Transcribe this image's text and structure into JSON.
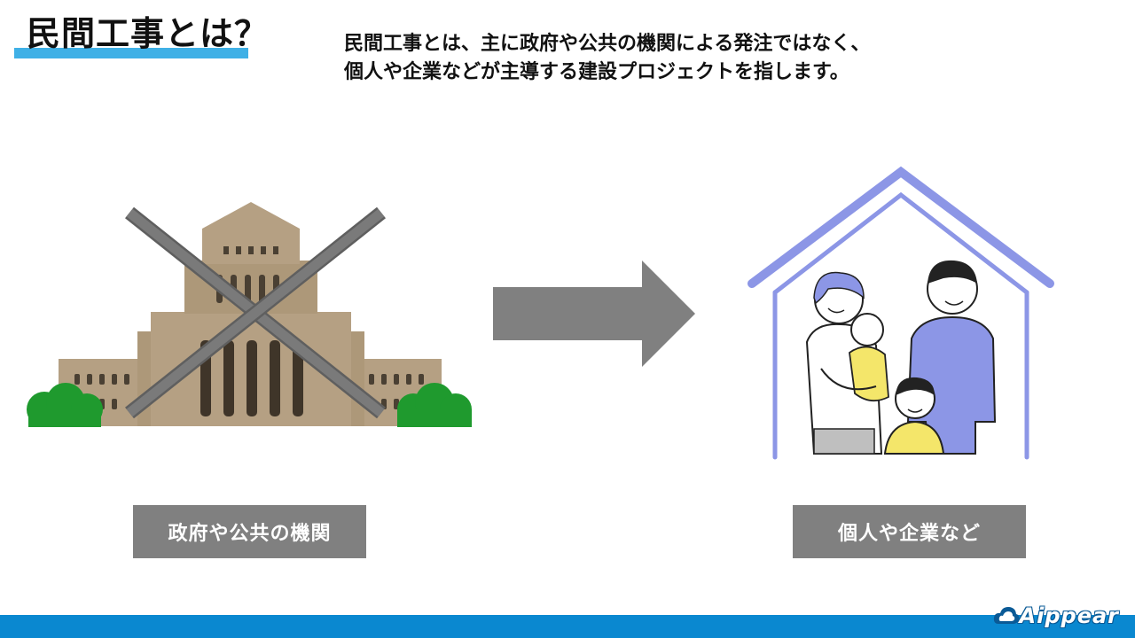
{
  "title": "民間工事とは？",
  "description": {
    "line1": "民間工事とは、主に政府や公共の機関による発注ではなく、",
    "line2": "個人や企業などが主導する建設プロジェクトを指します。"
  },
  "left_label": "政府や公共の機関",
  "right_label": "個人や企業など",
  "logo": "Aippear",
  "icons": {
    "left_illustration": "government-building-illustration",
    "cross": "cross-out-icon",
    "arrow": "right-arrow-icon",
    "right_illustration": "family-house-illustration"
  },
  "colors": {
    "title_underline": "#3fb0e6",
    "label_bg": "#808080",
    "arrow": "#808080",
    "footer": "#0a88d0",
    "house_outline": "#8c96e6",
    "building": "#b5a083",
    "bushes": "#1f9a2e"
  }
}
